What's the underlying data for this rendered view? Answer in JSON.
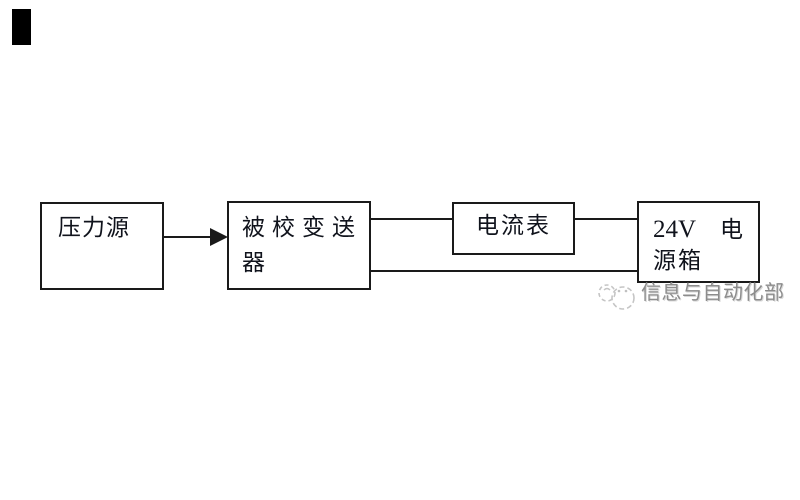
{
  "colors": {
    "background": "#ffffff",
    "line": "#1a1a1a",
    "text": "#10131c",
    "corner_mark": "#000000",
    "watermark_text": "#8c8c8c",
    "watermark_logo": "#c5c5c5"
  },
  "diagram": {
    "pressure_source": {
      "label": "压力源"
    },
    "transmitter": {
      "line1": "被校变送",
      "line2": "器"
    },
    "ammeter": {
      "label": "电流表"
    },
    "power_supply": {
      "line1_left": "24V",
      "line1_right": "电",
      "line2": "源箱"
    },
    "connections": [
      {
        "from": "pressure_source",
        "to": "transmitter",
        "style": "arrow"
      },
      {
        "from": "transmitter",
        "to": "ammeter",
        "style": "line"
      },
      {
        "from": "ammeter",
        "to": "power_supply",
        "style": "line"
      },
      {
        "from": "transmitter",
        "to": "power_supply",
        "style": "bottom-line"
      }
    ]
  },
  "watermark": {
    "logo": "ghost-doodle-icon",
    "text": "信息与自动化部"
  }
}
